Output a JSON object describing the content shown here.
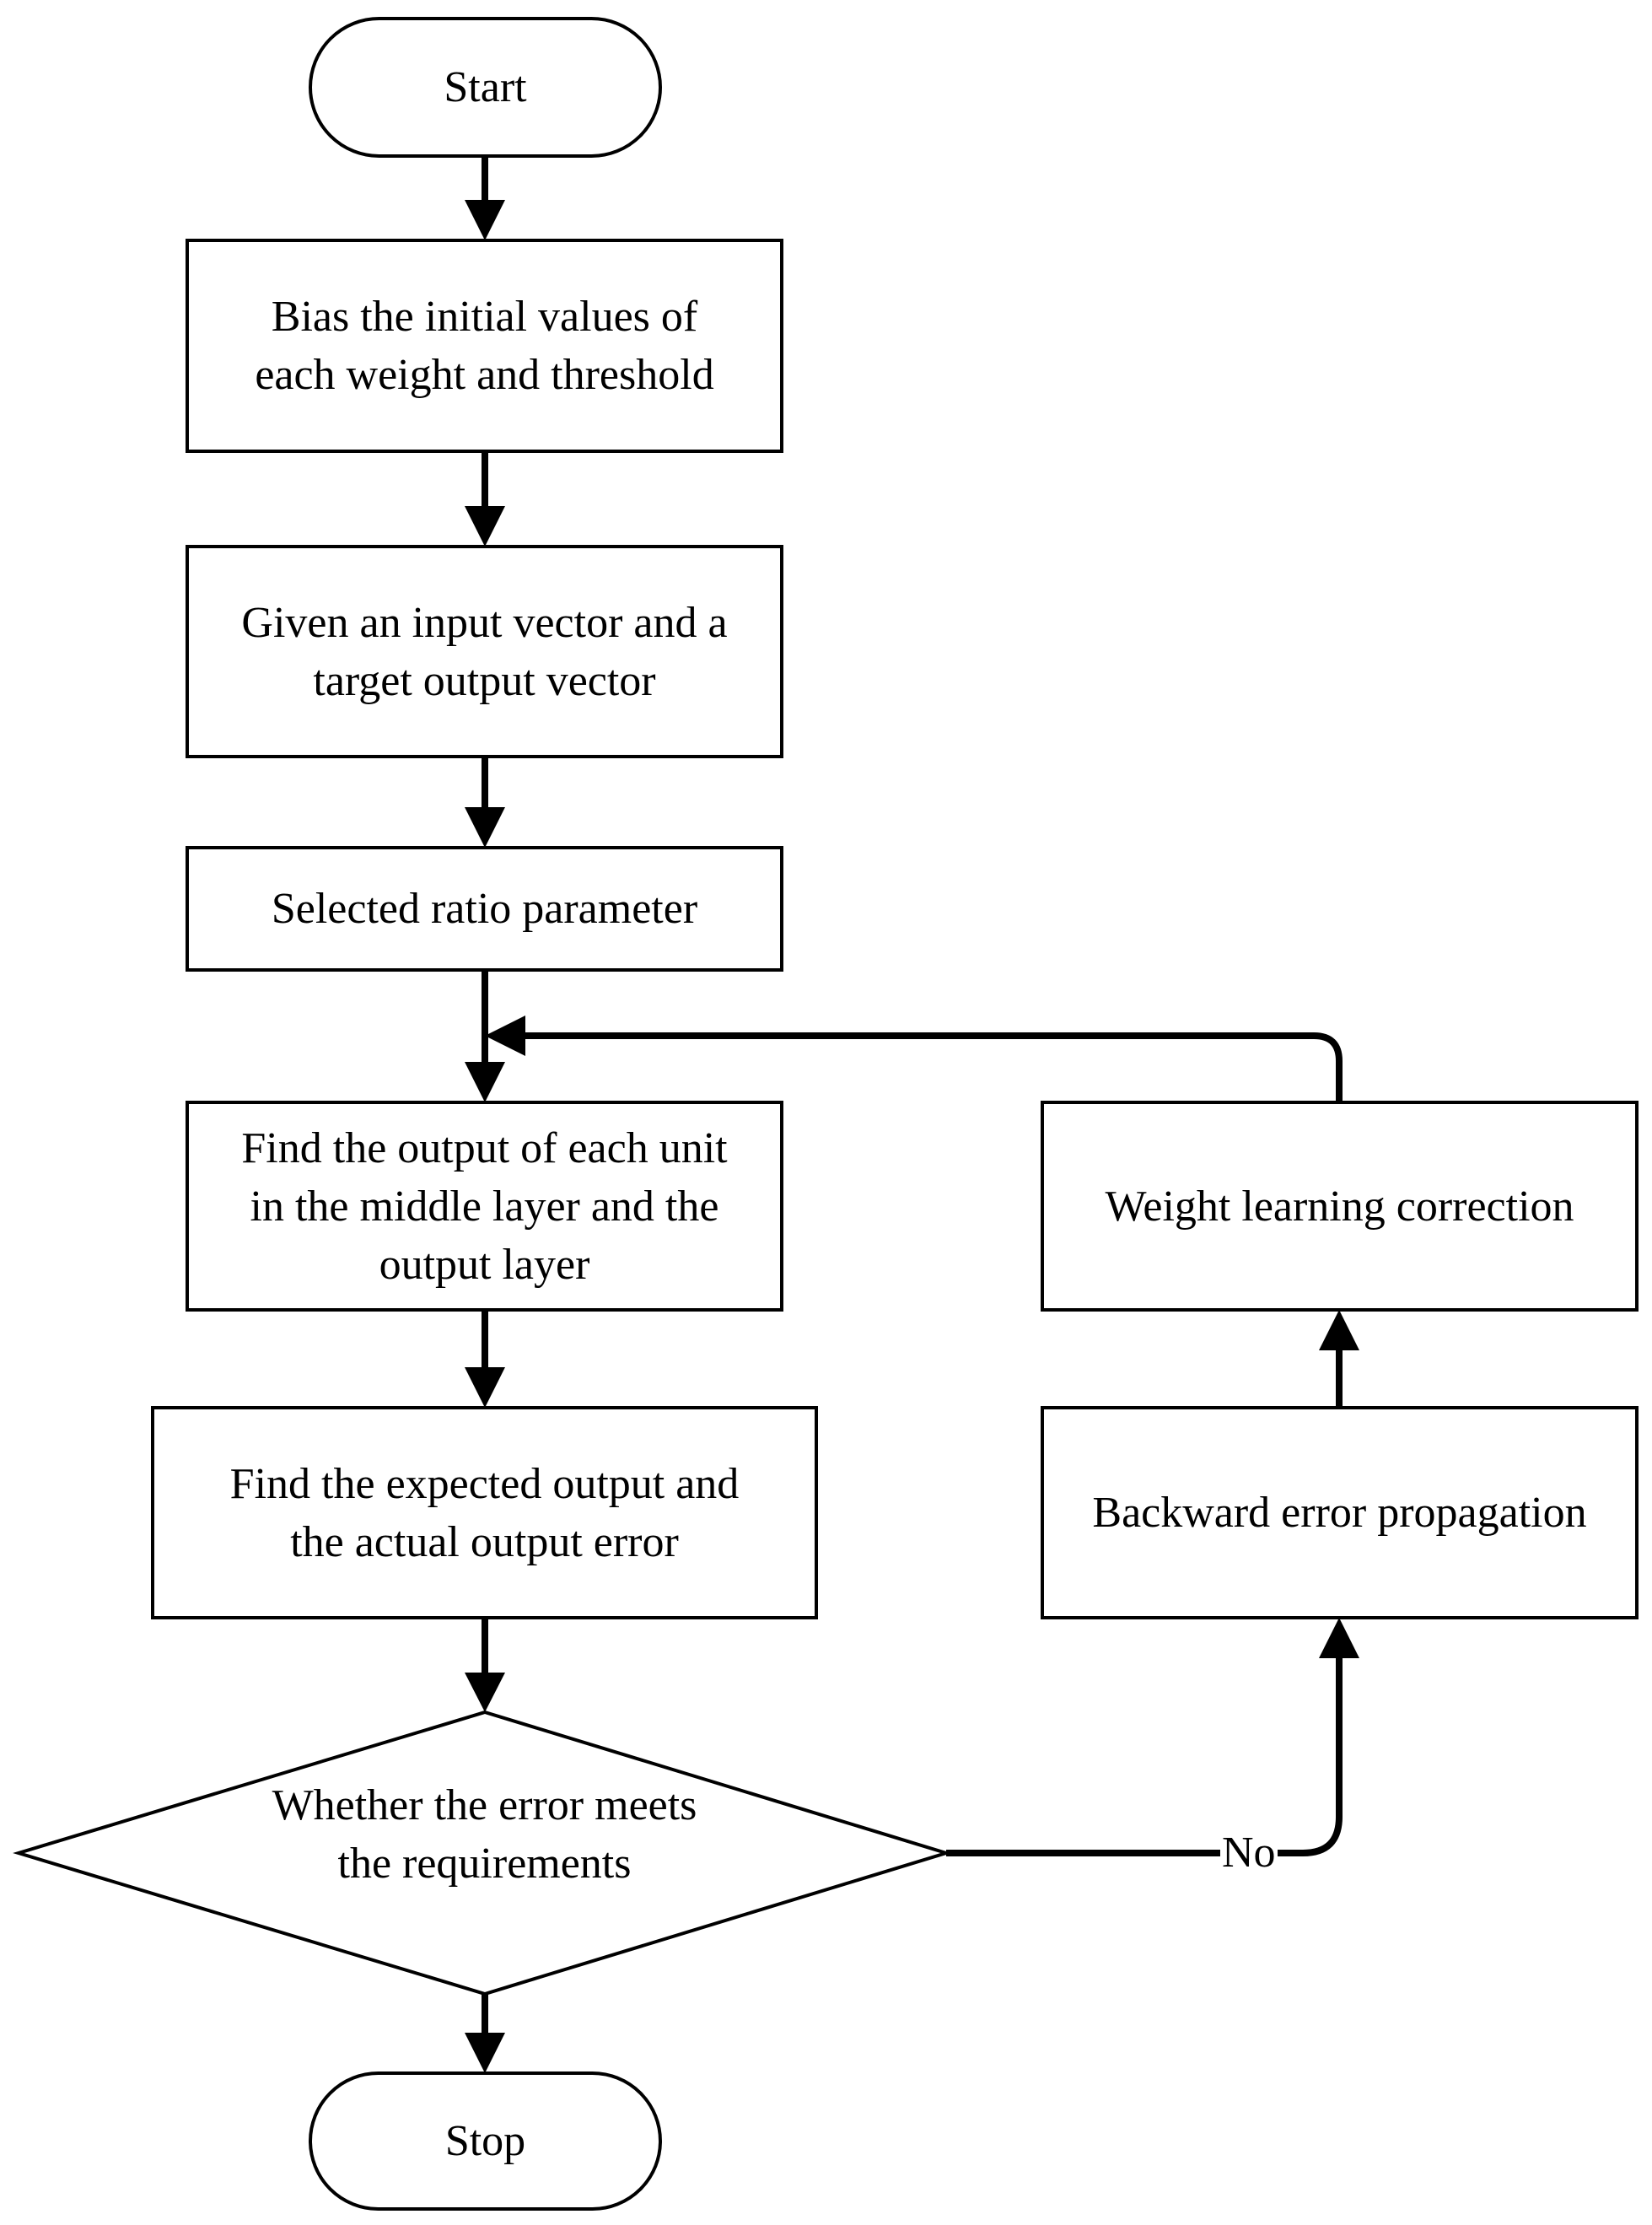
{
  "nodes": {
    "start": "Start",
    "init": [
      "Bias the initial values of",
      "each weight and threshold"
    ],
    "given": [
      "Given an input vector and a",
      "target output vector"
    ],
    "ratio": "Selected ratio parameter",
    "findOutput": [
      "Find the output of each unit",
      "in the middle layer and the",
      "output layer"
    ],
    "findError": [
      "Find the expected output and",
      "the actual output error"
    ],
    "decision": [
      "Whether the error meets",
      "the requirements"
    ],
    "stop": "Stop",
    "weightCorrection": "Weight learning correction",
    "backward": "Backward error propagation"
  },
  "edges": {
    "no_label": "No"
  }
}
